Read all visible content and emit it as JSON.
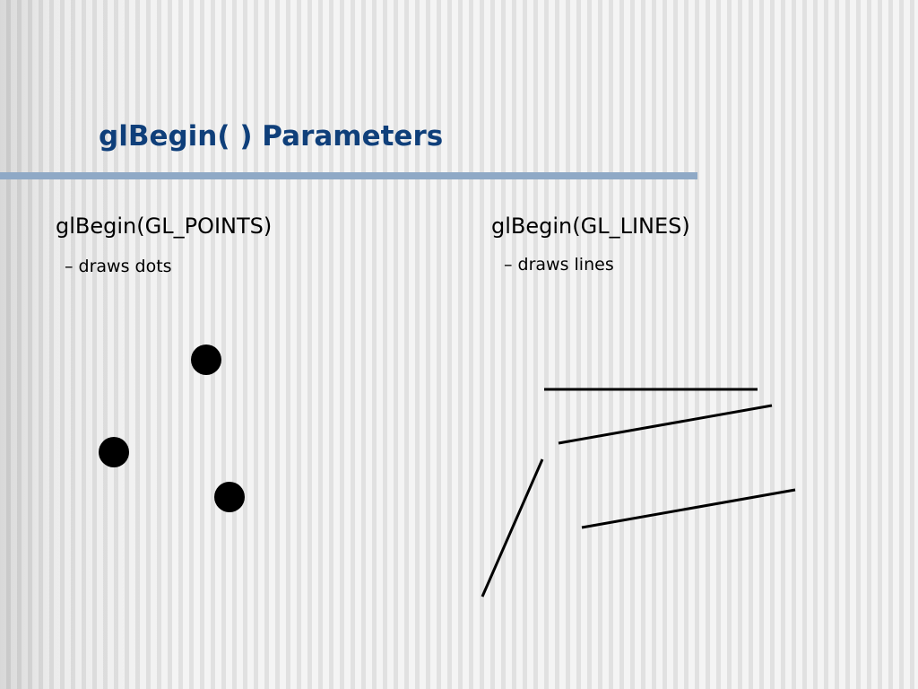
{
  "slide": {
    "title": "glBegin( ) Parameters"
  },
  "points_column": {
    "heading": "glBegin(GL_POINTS)",
    "description": "– draws dots"
  },
  "lines_column": {
    "heading": "glBegin(GL_LINES)",
    "description": "– draws lines"
  },
  "illustration": {
    "dot_count": 3,
    "line_count": 4,
    "mark_color": "#000000"
  },
  "theme": {
    "title_color": "#0f3f7a",
    "rule_color": "#8fa9c6"
  }
}
